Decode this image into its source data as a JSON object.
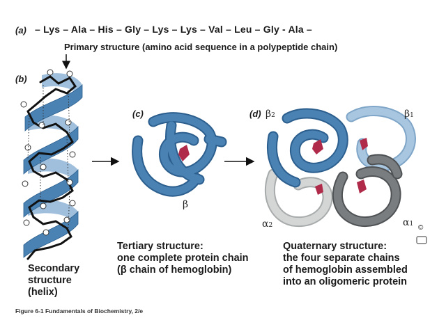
{
  "labels": {
    "a": "(a)",
    "b": "(b)",
    "c": "(c)",
    "d": "(d)"
  },
  "sequence": "– Lys – Ala – His – Gly – Lys – Lys – Val – Leu – Gly - Ala –",
  "primary_caption": "Primary structure (amino acid sequence in a polypeptide chain)",
  "secondary_caption": [
    "Secondary",
    "structure",
    "(helix)"
  ],
  "tertiary_caption": [
    "Tertiary structure:",
    "one complete protein chain",
    "(β chain of hemoglobin)"
  ],
  "quaternary_caption": [
    "Quaternary structure:",
    "the four separate chains",
    "of hemoglobin assembled",
    "into an oligomeric protein"
  ],
  "chain_labels": {
    "beta_tertiary": "β",
    "beta2": "β",
    "beta2_sub": "2",
    "beta1": "β",
    "beta1_sub": "1",
    "alpha2": "α",
    "alpha2_sub": "2",
    "alpha1": "α",
    "alpha1_sub": "1"
  },
  "copyright": "©",
  "figure_caption": "Figure 6-1  Fundamentals of Biochemistry, 2/e",
  "colors": {
    "blue": "#4a82b4",
    "dark_blue": "#2c5f8e",
    "light_blue": "#a9c6e0",
    "gray": "#7a7d80",
    "light_gray": "#d4d6d6",
    "heme": "#b02a4a"
  }
}
